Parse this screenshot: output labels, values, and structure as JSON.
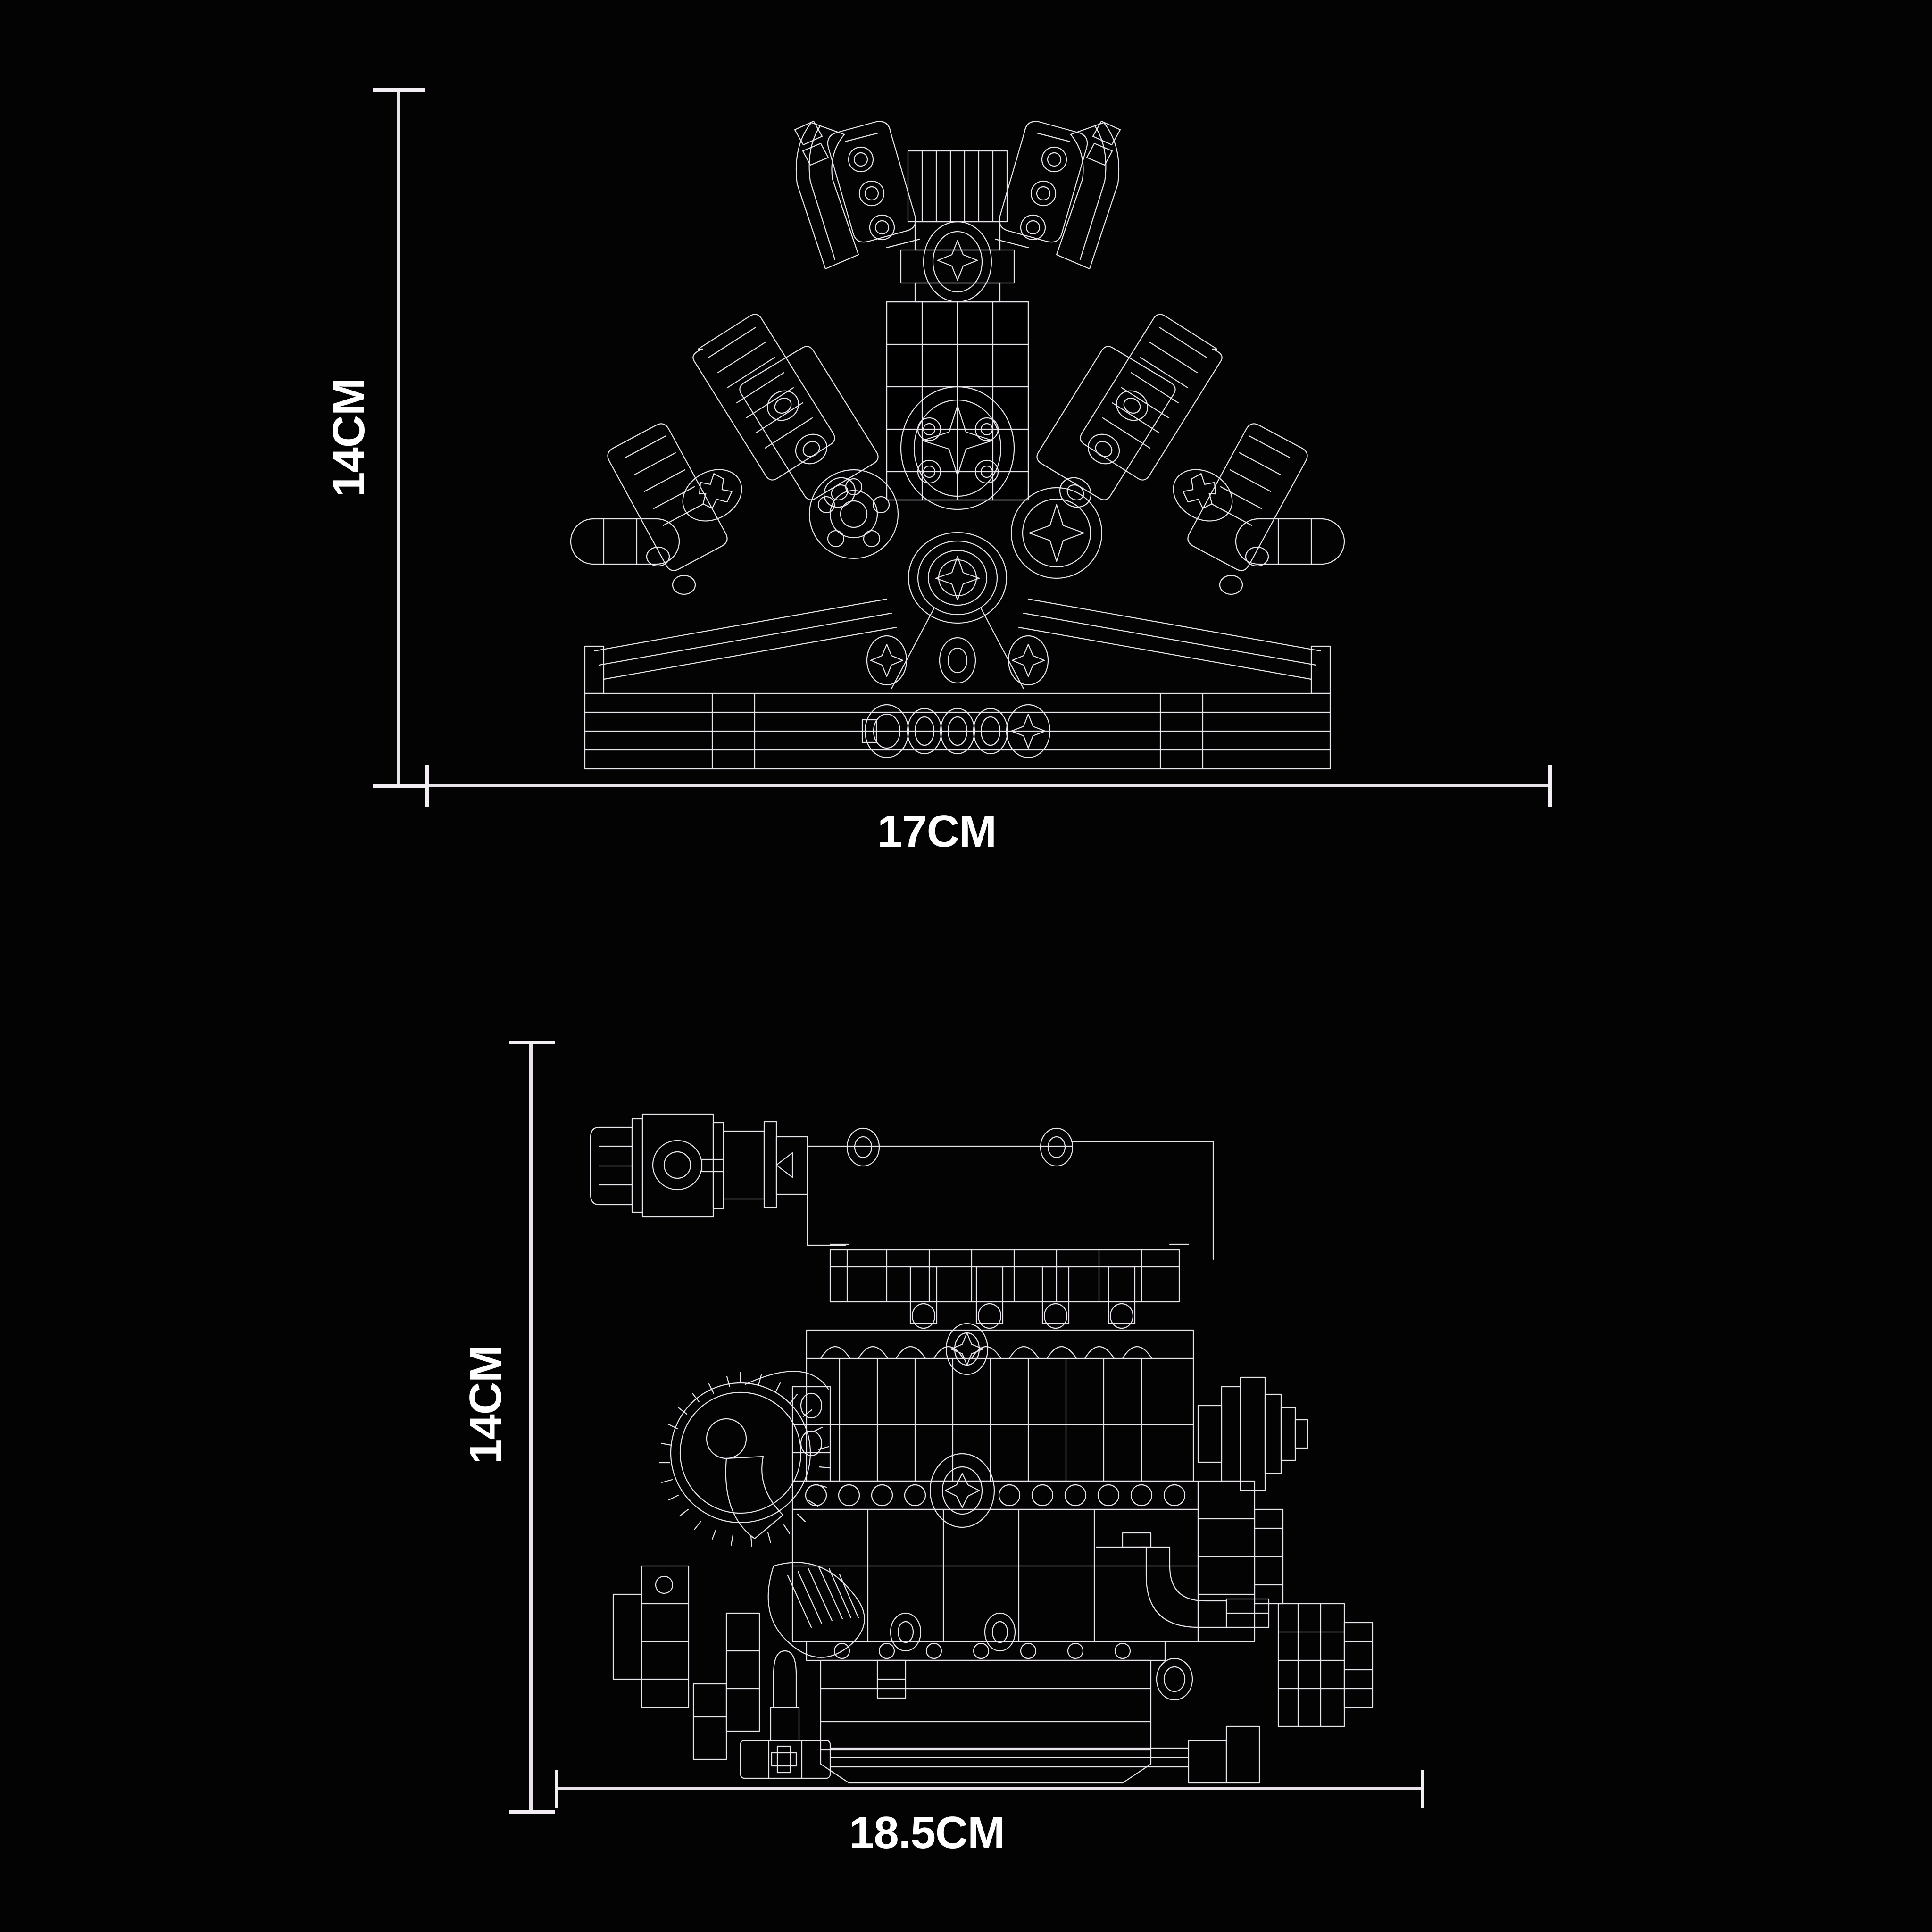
{
  "page": {
    "background_color": "#030303",
    "line_color": "#e8e3ea",
    "text_color": "#ffffff",
    "title": "Engine Model Dimension Diagram"
  },
  "views": [
    {
      "id": "front-view",
      "name": "V8 engine front view",
      "height_dimension": {
        "label": "14CM",
        "value": 14,
        "unit": "CM",
        "orientation": "vertical"
      },
      "width_dimension": {
        "label": "17CM",
        "value": 17,
        "unit": "CM",
        "orientation": "horizontal"
      }
    },
    {
      "id": "side-view",
      "name": "V8 engine side view",
      "height_dimension": {
        "label": "14CM",
        "value": 14,
        "unit": "CM",
        "orientation": "vertical"
      },
      "width_dimension": {
        "label": "18.5CM",
        "value": 18.5,
        "unit": "CM",
        "orientation": "horizontal"
      }
    }
  ],
  "labels": {
    "top_height": "14CM",
    "top_width": "17CM",
    "bottom_height": "14CM",
    "bottom_width": "18.5CM"
  }
}
